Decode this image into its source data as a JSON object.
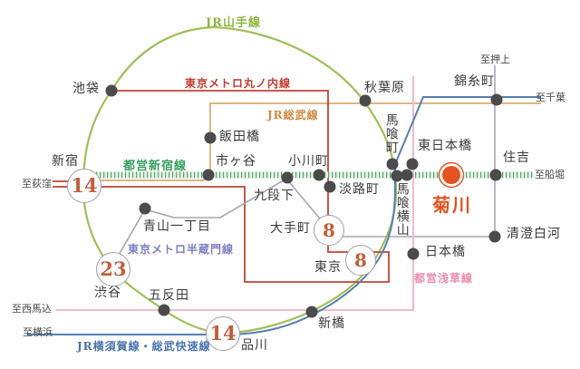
{
  "diagram": {
    "type": "railway-route-map",
    "highlight_station": "菊川"
  },
  "lines": {
    "yamanote": {
      "label": "JR山手線",
      "color": "#9fc05a"
    },
    "marunouchi": {
      "label": "東京メトロ丸ノ内線",
      "color": "#c24438"
    },
    "sobu": {
      "label": "JR総武線",
      "color": "#dcab76"
    },
    "toei_shinjuku": {
      "label": "都営新宿線",
      "color": "#57a86e"
    },
    "hanzomon": {
      "label": "東京メトロ半蔵門線",
      "color": "#a6a6b4"
    },
    "toei_asakusa": {
      "label": "都営浅草線",
      "color": "#efbcca"
    },
    "yokosuka_rapid": {
      "label": "JR横須賀線・総武快速線",
      "color": "#5581b0"
    }
  },
  "stations": {
    "ikebukuro": "池袋",
    "shinjuku": "新宿",
    "shibuya": "渋谷",
    "gotanda": "五反田",
    "shinagawa": "品川",
    "shimbashi": "新橋",
    "tokyo": "東京",
    "otemachi": "大手町",
    "kudanshita": "九段下",
    "aoyama_itchome": "青山一丁目",
    "ichigaya": "市ヶ谷",
    "iidabashi": "飯田橋",
    "ogawamachi": "小川町",
    "awajicho": "淡路町",
    "akihabara": "秋葉原",
    "kinshicho": "錦糸町",
    "sumiyoshi": "住吉",
    "kiyosumi_shirakawa": "清澄白河",
    "nihombashi": "日本橋",
    "higashi_nihombashi": "東日本橋",
    "bakurocho": "馬喰町",
    "bakuro_yokoyama": "馬喰横山",
    "kikukawa": "菊川"
  },
  "directions": {
    "ogikubo": "至荻窪",
    "oshiage": "至押上",
    "chiba": "至千葉",
    "funabori": "至船堀",
    "nishi_magome": "至西馬込",
    "yokohama": "至横浜"
  },
  "travel_times_min": {
    "shinjuku": "14",
    "shibuya": "23",
    "otemachi": "8",
    "tokyo": "8",
    "shinagawa": "14"
  },
  "colors": {
    "station_dot": "#4b4b4b",
    "badge_border": "#a2a2a2",
    "badge_number": "#c05f3d",
    "highlight": "#e4531f",
    "label_text": "#3a3a3a"
  }
}
